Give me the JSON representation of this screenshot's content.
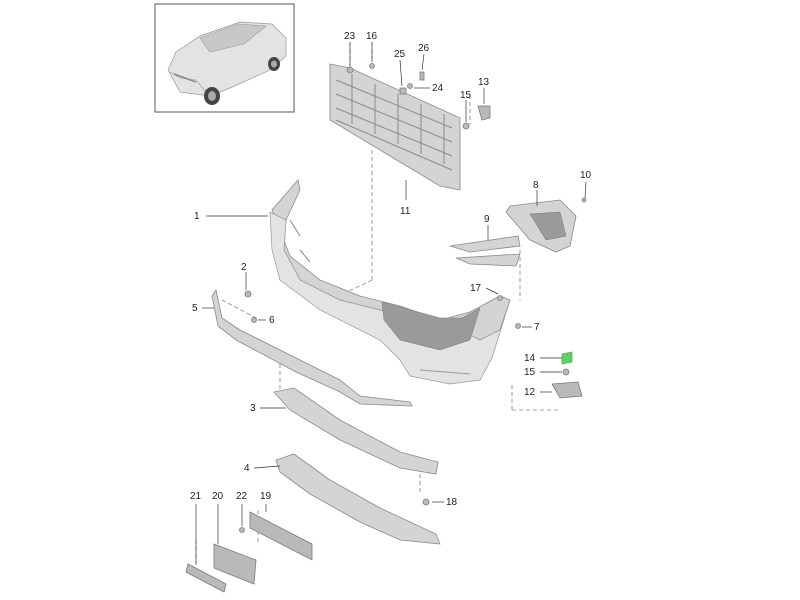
{
  "callouts": [
    {
      "id": "1",
      "label": "1"
    },
    {
      "id": "2",
      "label": "2"
    },
    {
      "id": "3",
      "label": "3"
    },
    {
      "id": "4",
      "label": "4"
    },
    {
      "id": "5",
      "label": "5"
    },
    {
      "id": "6",
      "label": "6"
    },
    {
      "id": "7",
      "label": "7"
    },
    {
      "id": "8",
      "label": "8"
    },
    {
      "id": "9",
      "label": "9"
    },
    {
      "id": "10",
      "label": "10"
    },
    {
      "id": "11",
      "label": "11"
    },
    {
      "id": "12",
      "label": "12"
    },
    {
      "id": "13",
      "label": "13"
    },
    {
      "id": "14",
      "label": "14"
    },
    {
      "id": "15a",
      "label": "15"
    },
    {
      "id": "15b",
      "label": "15"
    },
    {
      "id": "16",
      "label": "16"
    },
    {
      "id": "17",
      "label": "17"
    },
    {
      "id": "18",
      "label": "18"
    },
    {
      "id": "19",
      "label": "19"
    },
    {
      "id": "20",
      "label": "20"
    },
    {
      "id": "21",
      "label": "21"
    },
    {
      "id": "22",
      "label": "22"
    },
    {
      "id": "23",
      "label": "23"
    },
    {
      "id": "24",
      "label": "24"
    },
    {
      "id": "25",
      "label": "25"
    },
    {
      "id": "26",
      "label": "26"
    }
  ],
  "colors": {
    "part": "#d4d4d4",
    "highlight": "#5fd35f",
    "line": "#333333"
  }
}
